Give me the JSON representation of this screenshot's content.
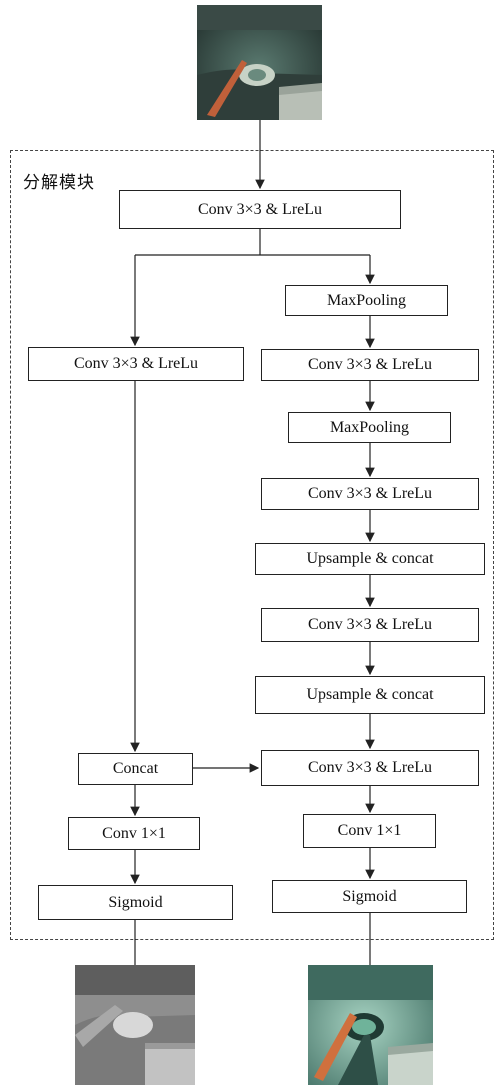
{
  "module_label": "分解模块",
  "images": {
    "input": "input-tunnel-image",
    "illumination_output": "illumination-map-image",
    "reflectance_output": "reflectance-map-image"
  },
  "blocks": {
    "top_conv": "Conv 3×3 & LreLu",
    "left_conv": "Conv 3×3 & LreLu",
    "left_concat": "Concat",
    "left_conv1x1": "Conv 1×1",
    "left_sigmoid": "Sigmoid",
    "right_maxpool_1": "MaxPooling",
    "right_conv_1": "Conv 3×3 & LreLu",
    "right_maxpool_2": "MaxPooling",
    "right_conv_2": "Conv 3×3 & LreLu",
    "right_upsample_1": "Upsample & concat",
    "right_conv_3": "Conv 3×3 & LreLu",
    "right_upsample_2": "Upsample & concat",
    "right_conv_4": "Conv 3×3 & LreLu",
    "right_conv1x1": "Conv 1×1",
    "right_sigmoid": "Sigmoid"
  }
}
